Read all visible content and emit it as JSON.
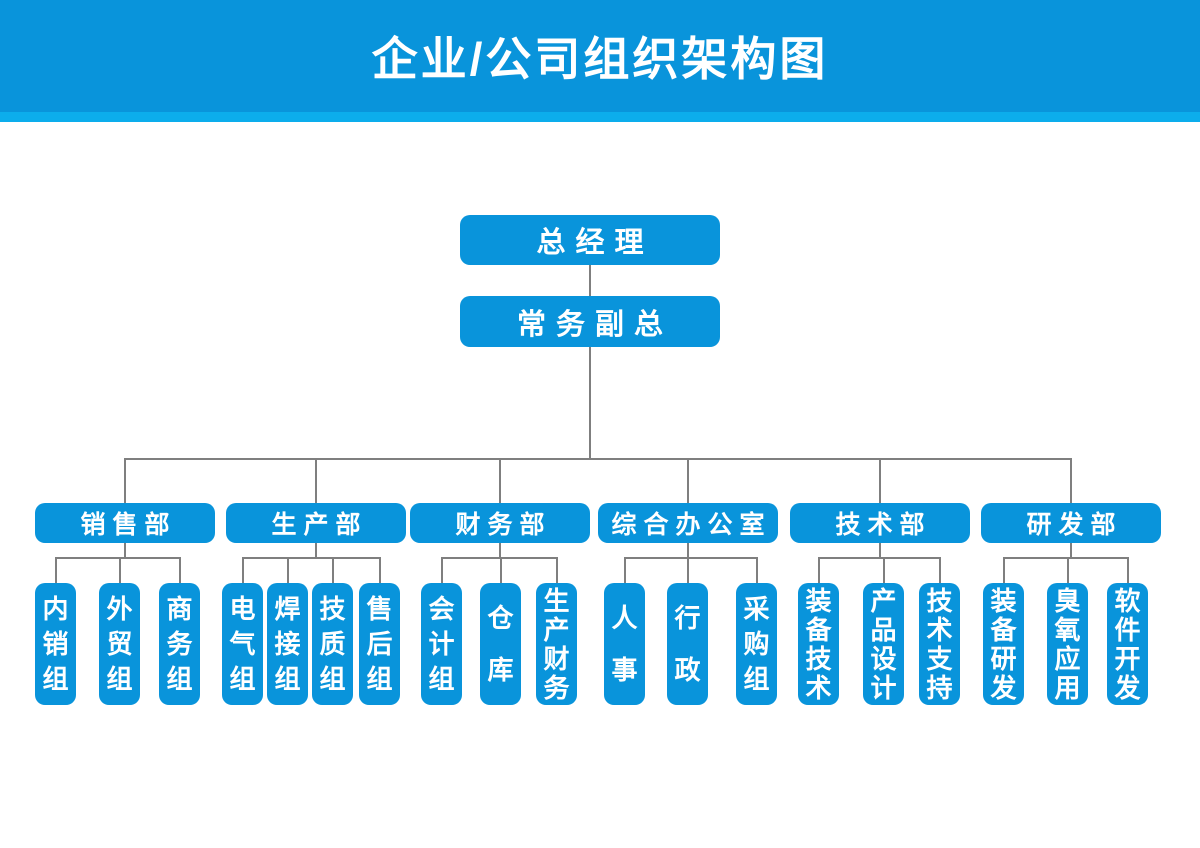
{
  "title": "企业/公司组织架构图",
  "colors": {
    "box_blue": "#0994db",
    "banner_blue": "#0994db",
    "banner_strip_blue": "#0cadec",
    "connector_gray": "#7f7f7f",
    "text_white": "#ffffff"
  },
  "root": {
    "label": "总经理"
  },
  "deputy": {
    "label": "常务副总"
  },
  "departments": [
    {
      "label": "销售部",
      "children": [
        "内销组",
        "外贸组",
        "商务组"
      ]
    },
    {
      "label": "生产部",
      "children": [
        "电气组",
        "焊接组",
        "技质组",
        "售后组"
      ]
    },
    {
      "label": "财务部",
      "children": [
        "会计组",
        "仓库",
        "生产财务"
      ]
    },
    {
      "label": "综合办公室",
      "children": [
        "人事",
        "行政",
        "采购组"
      ]
    },
    {
      "label": "技术部",
      "children": [
        "装备技术",
        "产品设计",
        "技术支持"
      ]
    },
    {
      "label": "研发部",
      "children": [
        "装备研发",
        "臭氧应用",
        "软件开发"
      ]
    }
  ]
}
